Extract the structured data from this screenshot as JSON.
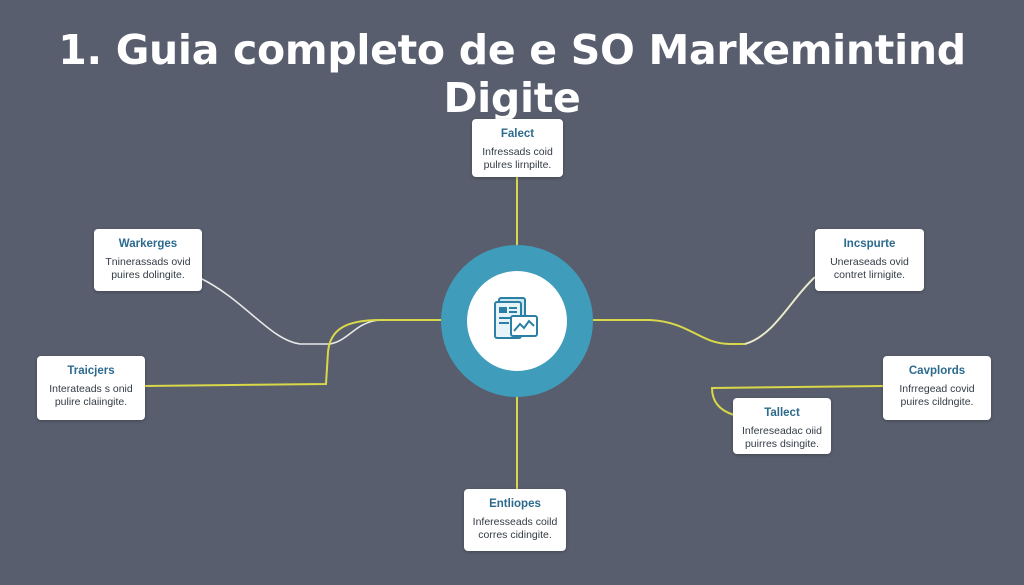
{
  "title": "1. Guia completo de e SO Markemintind Digite",
  "colors": {
    "background": "#585e6d",
    "hub": "#3f9dbb",
    "connector_yellow": "#d8d84a",
    "connector_white": "#e8e8e8",
    "node_title": "#2c6a8e"
  },
  "hub": {
    "icon": "document-chart-icon"
  },
  "nodes": {
    "top": {
      "title": "Falect",
      "line1": "Infressads coid",
      "line2": "pulres lirnpilte."
    },
    "left_upper": {
      "title": "Warkerges",
      "line1": "Tninerassads ovid",
      "line2": "puires dolingite."
    },
    "left_lower": {
      "title": "Traicjers",
      "line1": "Interateads s onid",
      "line2": "pulire claiingite."
    },
    "right_upper": {
      "title": "Incspurte",
      "line1": "Uneraseads ovid",
      "line2": "contret lirnigite."
    },
    "right_lower": {
      "title": "Cavplords",
      "line1": "Infrregead covid",
      "line2": "puires cildngite."
    },
    "right_mid": {
      "title": "Tallect",
      "line1": "Infereseadac oiid",
      "line2": "puirres dsingite."
    },
    "bottom": {
      "title": "Entliopes",
      "line1": "Inferesseads coild",
      "line2": "corres cidingite."
    }
  }
}
